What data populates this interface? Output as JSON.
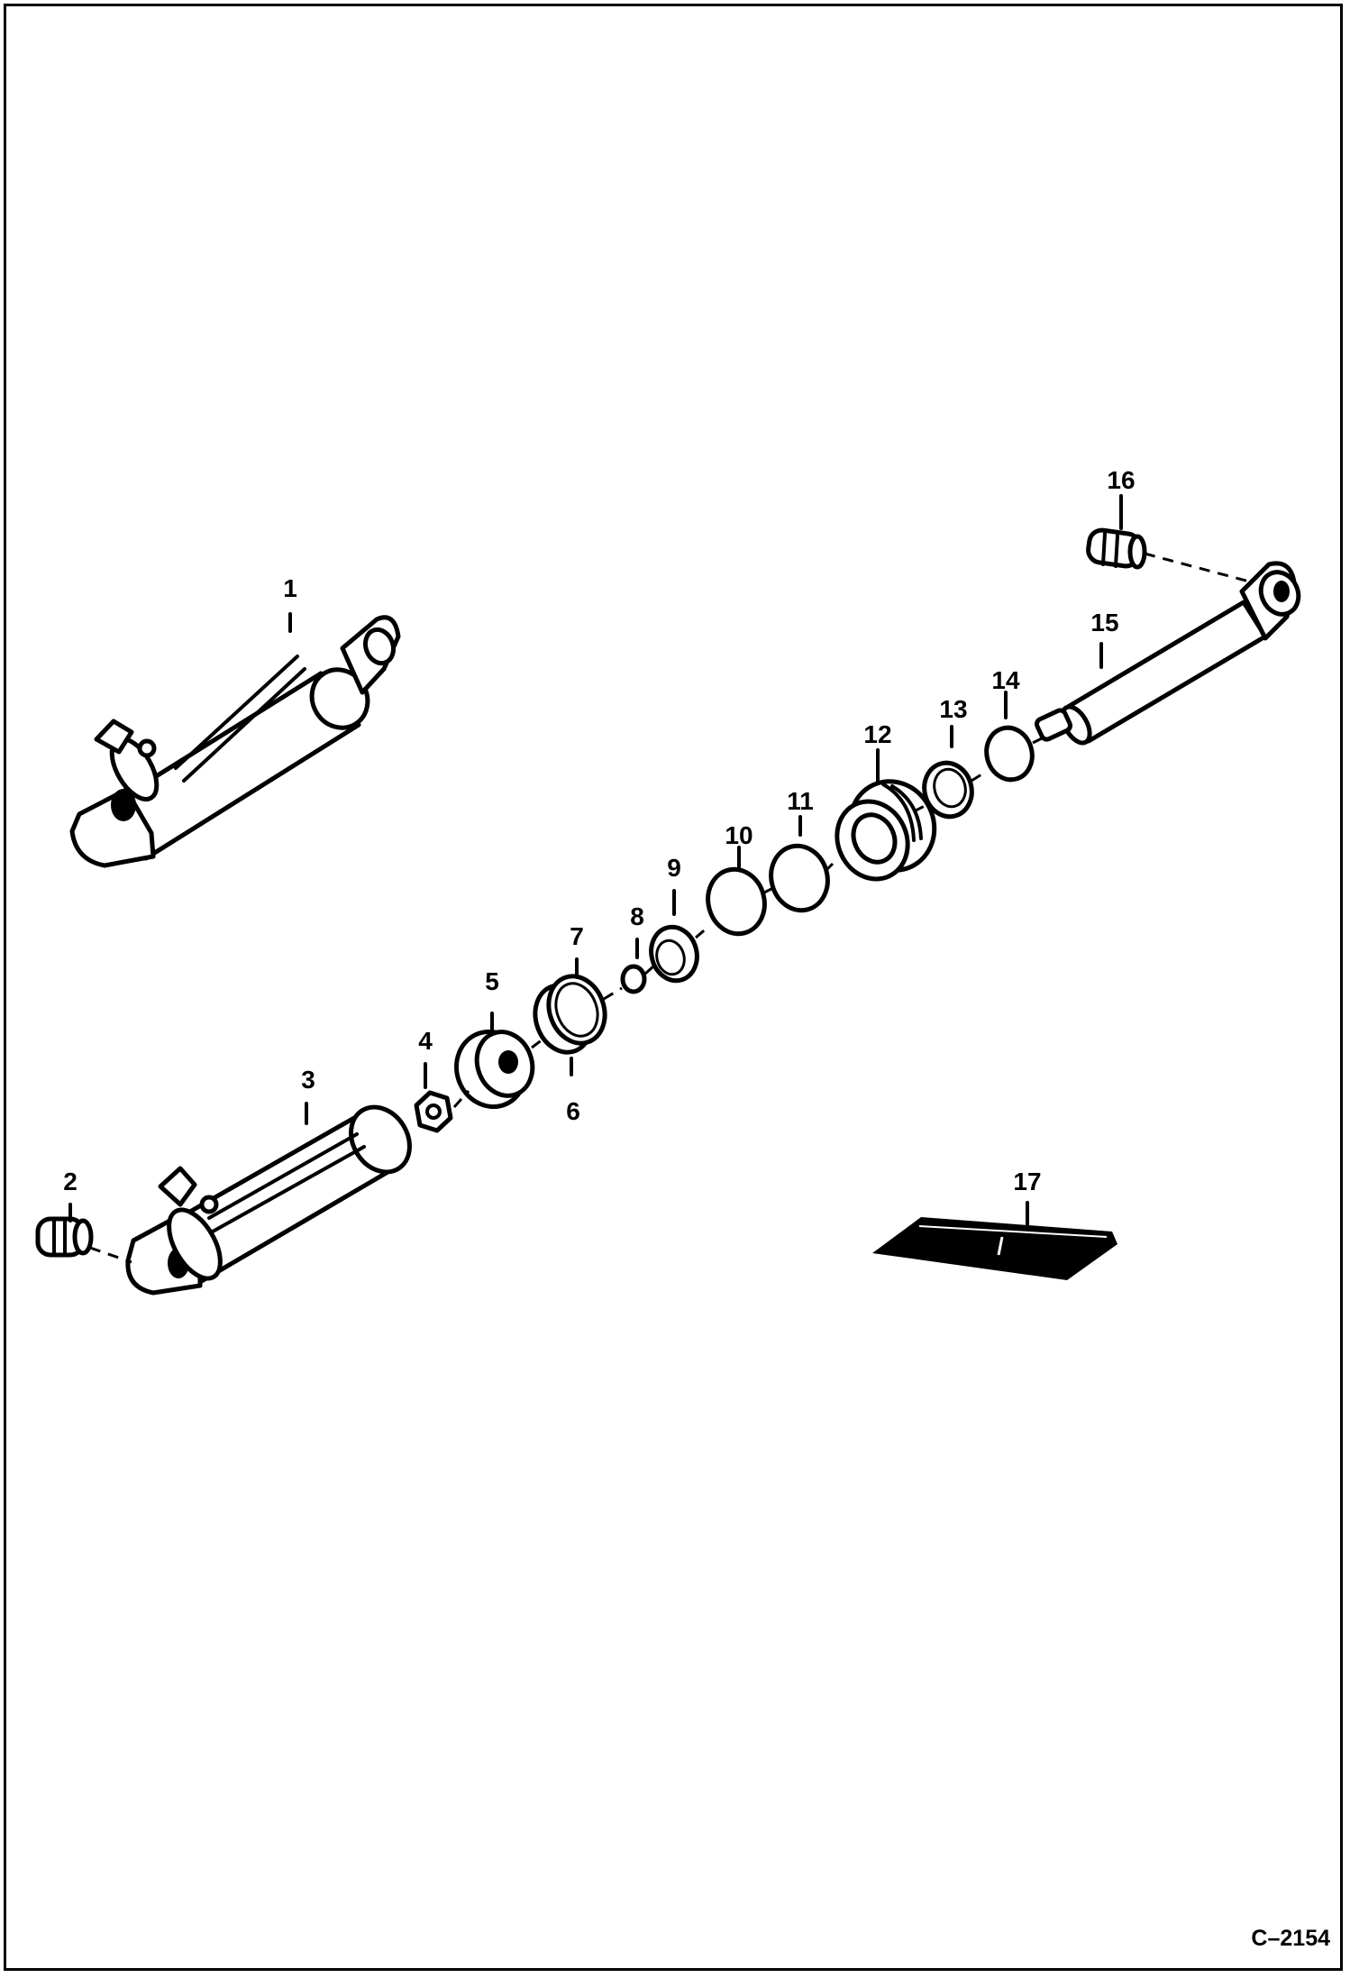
{
  "callouts": {
    "c1": "1",
    "c2": "2",
    "c3": "3",
    "c4": "4",
    "c5": "5",
    "c6": "6",
    "c7": "7",
    "c8": "8",
    "c9": "9",
    "c10": "10",
    "c11": "11",
    "c12": "12",
    "c13": "13",
    "c14": "14",
    "c15": "15",
    "c16": "16",
    "c17": "17"
  },
  "figure_ref": "C–2154"
}
